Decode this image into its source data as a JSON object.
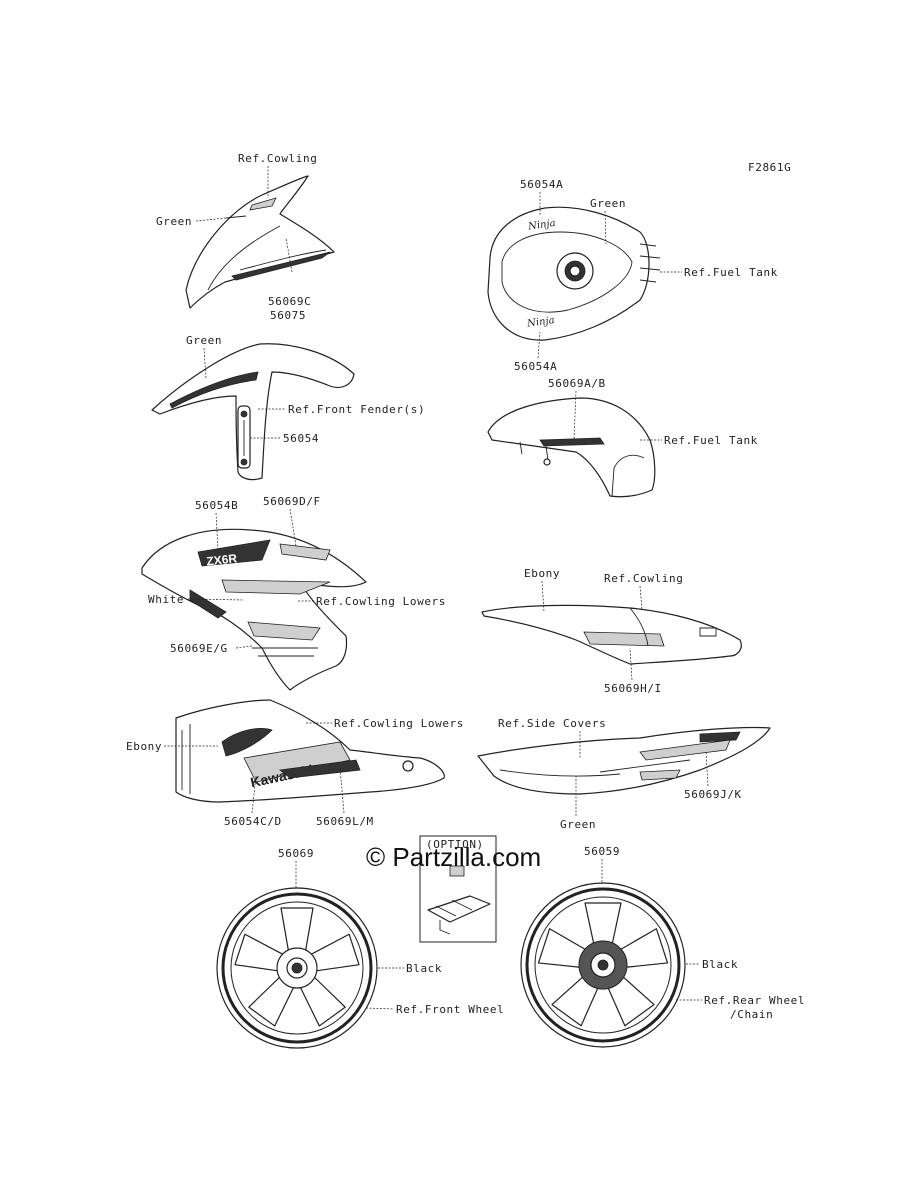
{
  "figure_code": "F2861G",
  "watermark": "© Partzilla.com",
  "labels": {
    "ref_cowling_top": "Ref.Cowling",
    "green_cowl": "Green",
    "p56069c": "56069C",
    "p56075": "56075",
    "p56054a_top": "56054A",
    "green_tank": "Green",
    "ref_fuel_tank_1": "Ref.Fuel Tank",
    "p56054a_bottom": "56054A",
    "green_fender": "Green",
    "ref_front_fender": "Ref.Front Fender(s)",
    "p56054": "56054",
    "p56069ab": "56069A/B",
    "ref_fuel_tank_2": "Ref.Fuel Tank",
    "p56054b": "56054B",
    "p56069df": "56069D/F",
    "white": "White",
    "ref_cowling_lowers_1": "Ref.Cowling Lowers",
    "p56069eg": "56069E/G",
    "ebony_seat": "Ebony",
    "ref_cowling_seat": "Ref.Cowling",
    "p56069hi": "56069H/I",
    "ref_cowling_lowers_2": "Ref.Cowling Lowers",
    "ebony_lower": "Ebony",
    "p56054cd": "56054C/D",
    "p56069lm": "56069L/M",
    "ref_side_covers": "Ref.Side Covers",
    "p56069jk": "56069J/K",
    "green_side": "Green",
    "p56069_front": "56069",
    "black_front": "Black",
    "ref_front_wheel": "Ref.Front Wheel",
    "option": "(OPTION)",
    "p56059": "56059",
    "black_rear": "Black",
    "ref_rear_wheel_1": "Ref.Rear Wheel",
    "ref_rear_wheel_2": "/Chain"
  },
  "decal_text": {
    "kawasaki": "Kawasaki",
    "zx6r": "ZX6R",
    "ninja": "Ninja"
  }
}
